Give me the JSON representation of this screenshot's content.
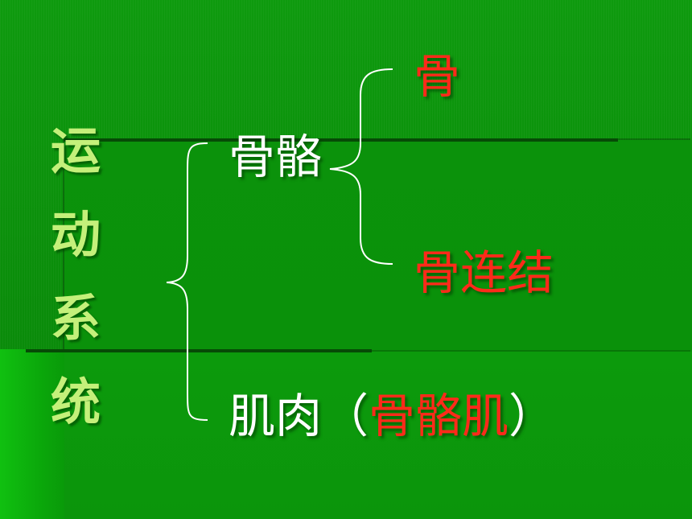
{
  "title_chars": [
    "运",
    "动",
    "系",
    "统"
  ],
  "nodes": {
    "skeleton": "骨骼",
    "bone": "骨",
    "joint": "骨连结",
    "muscle_prefix": "肌肉（",
    "muscle_inner": "骨骼肌",
    "muscle_suffix": "）"
  },
  "colors": {
    "background": "#0a8f0a",
    "title": "#c4f07a",
    "white_text": "#ffffff",
    "red_text": "#ff2a1a",
    "brace": "#ffffff"
  }
}
